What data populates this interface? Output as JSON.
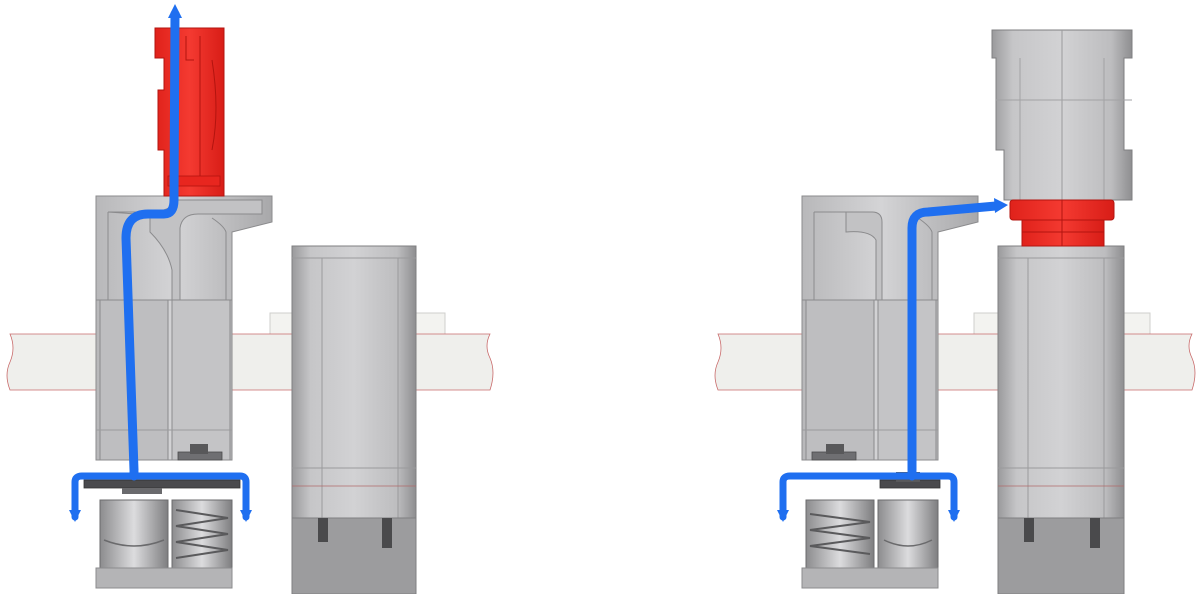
{
  "figure": {
    "panels": [
      {
        "id": "left",
        "active_part": "top-cap",
        "active_part_color": "#ef2b24",
        "flow_direction": "up"
      },
      {
        "id": "right",
        "active_part": "collar-ring",
        "active_part_color": "#ef2b24",
        "flow_direction": "right"
      }
    ],
    "colors": {
      "flow_arrow": "#1f6ff0",
      "metal_light": "#c9c9cb",
      "metal_mid": "#a9a9ab",
      "metal_dark": "#8a8a8c",
      "rail": "#efefec",
      "highlight": "#ef2b24"
    }
  }
}
